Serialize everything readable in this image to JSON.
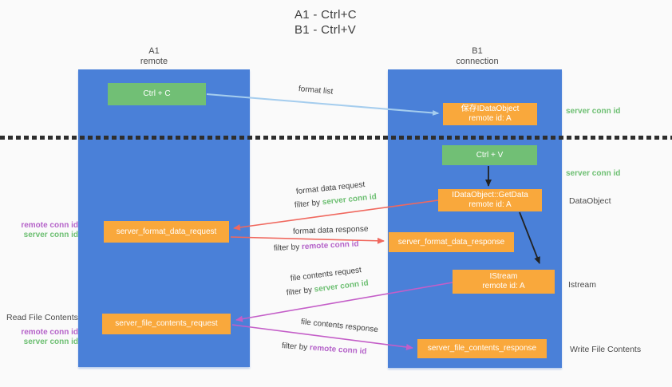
{
  "title": {
    "line1": "A1 - Ctrl+C",
    "line2": "B1 - Ctrl+V"
  },
  "columns": {
    "a": {
      "id": "A1",
      "subtitle": "remote"
    },
    "b": {
      "id": "B1",
      "subtitle": "connection"
    }
  },
  "nodes": {
    "ctrl_c": {
      "label": "Ctrl + C"
    },
    "save_idataobject": {
      "line1": "保存IDataObject",
      "line2": "remote id: A"
    },
    "ctrl_v": {
      "label": "Ctrl + V"
    },
    "getdata": {
      "line1": "IDataObject::GetData",
      "line2": "remote id: A"
    },
    "format_request": {
      "label": "server_format_data_request"
    },
    "format_response": {
      "label": "server_format_data_response"
    },
    "istream": {
      "line1": "IStream",
      "line2": "remote id: A"
    },
    "file_request": {
      "label": "server_file_contents_request"
    },
    "file_response": {
      "label": "server_file_contents_response"
    }
  },
  "labels": {
    "format_list": "format list",
    "format_data_request": "format data request",
    "format_data_response": "format data response",
    "file_contents_request": "file contents request",
    "file_contents_response": "file contents response",
    "filter_by": "filter by ",
    "server_conn_id": "server conn id",
    "remote_conn_id": "remote conn id",
    "dataobject": "DataObject",
    "istream_side": "Istream",
    "read_file_contents": "Read File Contents",
    "write_file_contents": "Write File Contents"
  },
  "colors": {
    "lifeline_blue": "#4a80d8",
    "node_green": "#71bf75",
    "node_orange": "#f9a83c",
    "arrow_light_blue": "#a5cdee",
    "arrow_red": "#f0685e",
    "arrow_magenta": "#c45ec8",
    "arrow_black": "#222222",
    "text_green": "#6dbf72",
    "text_purple": "#b563c9",
    "background": "#fafafa"
  }
}
